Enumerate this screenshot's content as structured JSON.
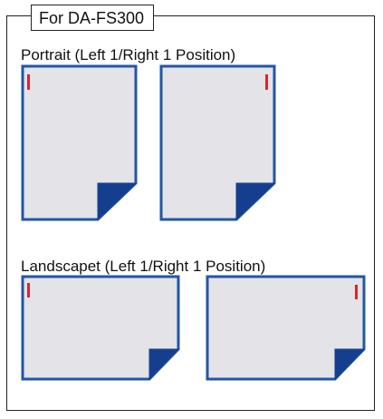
{
  "panel": {
    "title": "For DA-FS300"
  },
  "sections": [
    {
      "label": "Portrait (Left 1/Right 1 Position)",
      "orientation": "portrait",
      "sheets": [
        {
          "side": "left"
        },
        {
          "side": "right"
        }
      ]
    },
    {
      "label": "Landscapet (Left 1/Right 1 Position)",
      "orientation": "landscape",
      "sheets": [
        {
          "side": "left"
        },
        {
          "side": "right"
        }
      ]
    }
  ],
  "colors": {
    "paper": "#e3e3e8",
    "paper_border": "#2356a5",
    "fold": "#153f8e",
    "mark": "#d9262a",
    "frame": "#222222"
  }
}
